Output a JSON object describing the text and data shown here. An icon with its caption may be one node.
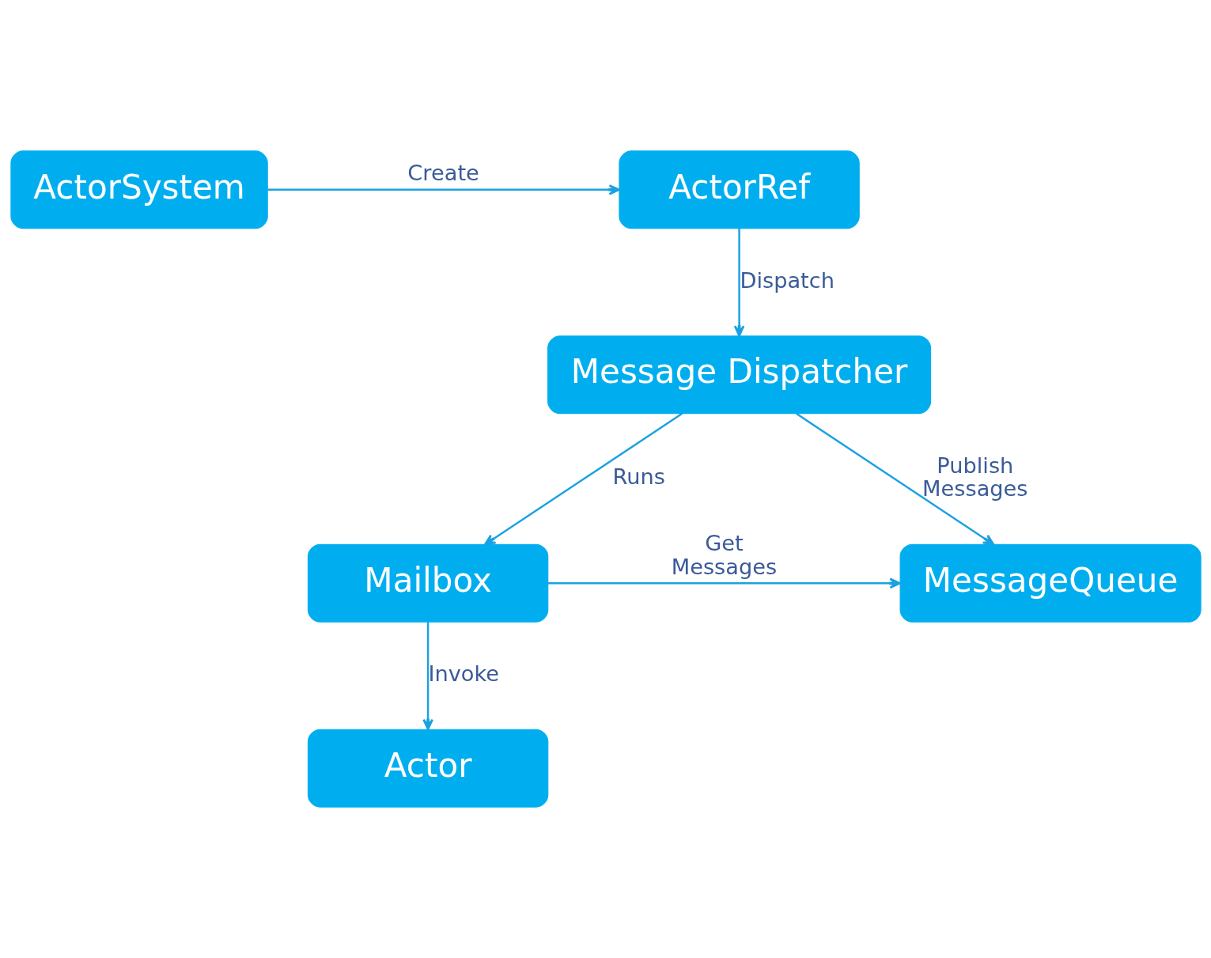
{
  "diagram": {
    "nodes": [
      {
        "text": [
          "ActorSystem"
        ]
      },
      {
        "text": [
          "ActorRef"
        ]
      },
      {
        "text": [
          "Message Dispatcher"
        ]
      },
      {
        "text": [
          "MessageQueue"
        ]
      },
      {
        "text": [
          "Mailbox"
        ]
      },
      {
        "text": [
          "Actor"
        ]
      }
    ],
    "edges": [
      {
        "from": 0,
        "to": 1,
        "arrow": "to",
        "label": "Create"
      },
      {
        "from": 1,
        "to": 2,
        "arrow": "to",
        "label": "Dispatch"
      },
      {
        "from": 2,
        "to": 3,
        "arrow": "to",
        "label": "Publish Messages"
      },
      {
        "from": 2,
        "to": 4,
        "arrow": "to",
        "label": "Runs"
      },
      {
        "from": 4,
        "to": 3,
        "arrow": "to",
        "label": "Get Messages"
      },
      {
        "from": 4,
        "to": 5,
        "arrow": "to",
        "label": "Invoke"
      }
    ]
  }
}
